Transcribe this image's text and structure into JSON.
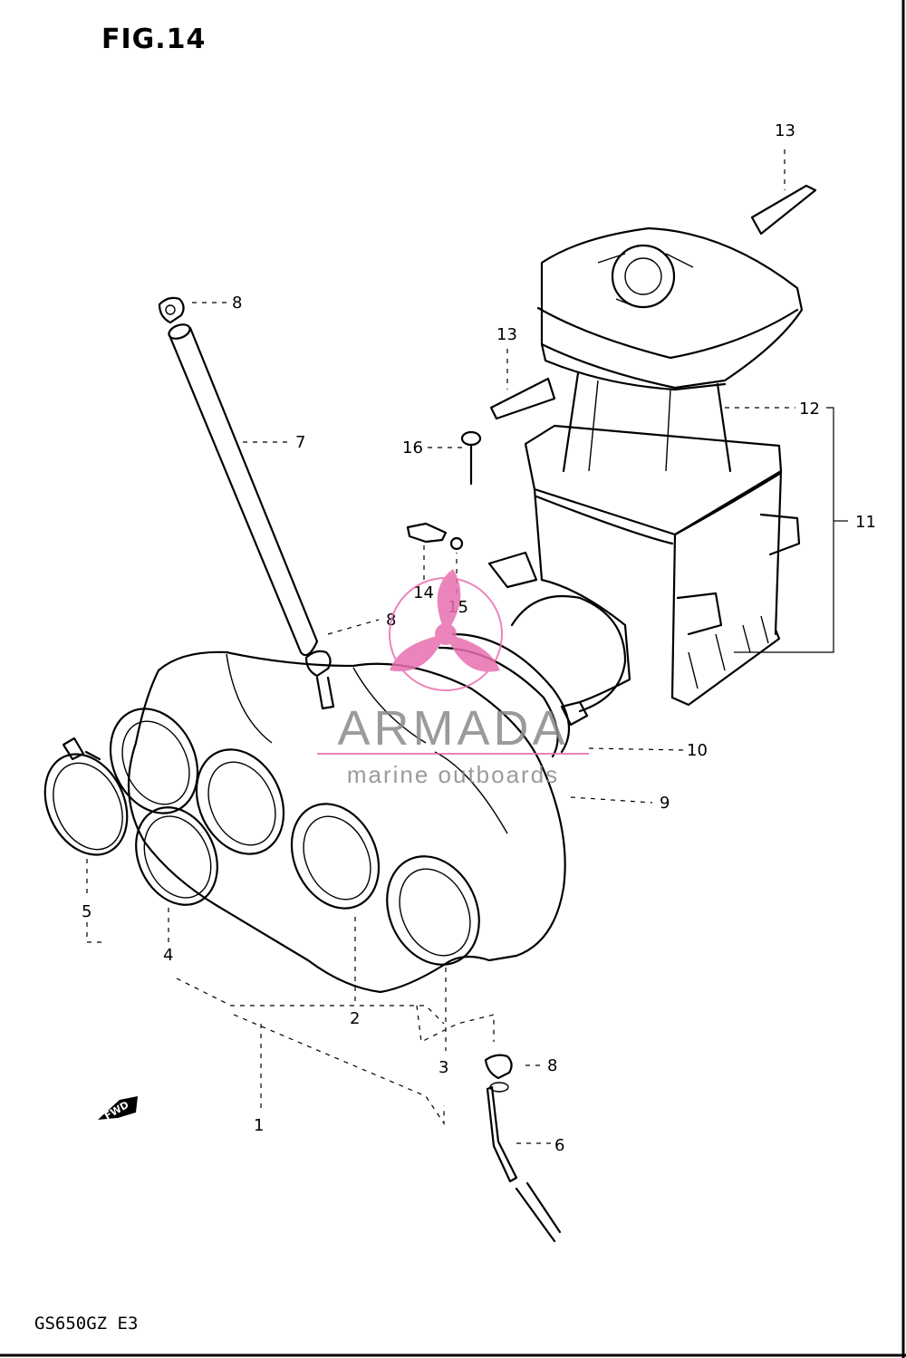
{
  "figure": {
    "title": "FIG.14",
    "model": "GS650GZ E3"
  },
  "callouts": {
    "p1": "1",
    "p2": "2",
    "p3": "3",
    "p4": "4",
    "p5": "5",
    "p6": "6",
    "p7": "7",
    "p8a": "8",
    "p8b": "8",
    "p8c": "8",
    "p9": "9",
    "p10": "10",
    "p11": "11",
    "p12": "12",
    "p13a": "13",
    "p13b": "13",
    "p14": "14",
    "p15": "15",
    "p16": "16"
  },
  "direction": {
    "label": "FWD"
  },
  "watermark": {
    "name": "ARMADA",
    "tagline": "marine outboards",
    "logo": "propeller-logo-icon",
    "color": "#e86fb0",
    "text_color": "#8a8a8a"
  }
}
